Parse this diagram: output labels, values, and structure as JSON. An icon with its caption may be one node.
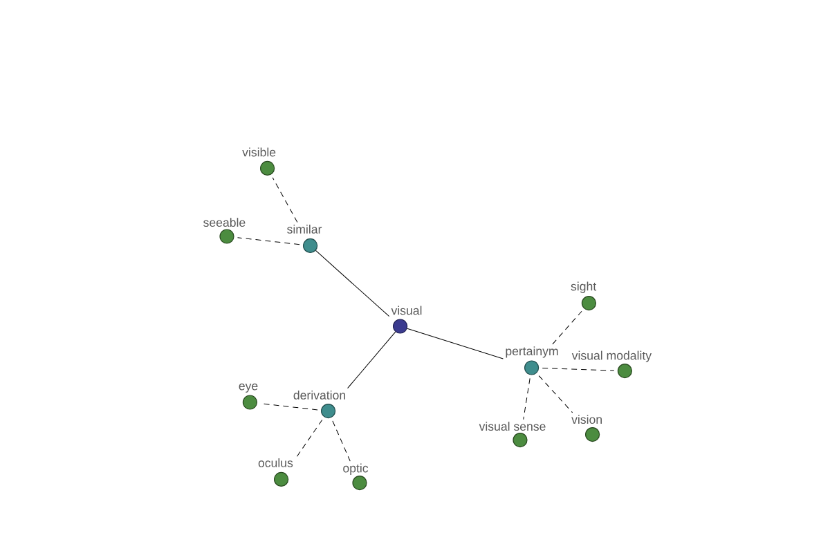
{
  "diagram": {
    "nodes": [
      {
        "text": [
          "visible"
        ]
      },
      {
        "text": [
          "seeable"
        ]
      },
      {
        "text": [
          "similar"
        ]
      },
      {
        "text": [
          "sight"
        ]
      },
      {
        "text": [
          "visual"
        ]
      },
      {
        "text": [
          "pertainym"
        ]
      },
      {
        "text": [
          "visual modality"
        ]
      },
      {
        "text": [
          "eye"
        ]
      },
      {
        "text": [
          "derivation"
        ]
      },
      {
        "text": [
          "vision"
        ]
      },
      {
        "text": [
          "visual sense"
        ]
      },
      {
        "text": [
          "oculus"
        ]
      },
      {
        "text": [
          "optic"
        ]
      }
    ],
    "edges": [
      {
        "from": 4,
        "to": 2,
        "arrow": "none"
      },
      {
        "from": 4,
        "to": 5,
        "arrow": "none"
      },
      {
        "from": 4,
        "to": 8,
        "arrow": "none"
      },
      {
        "from": 2,
        "to": 0,
        "arrow": "none",
        "style": "dashed"
      },
      {
        "from": 2,
        "to": 1,
        "arrow": "none",
        "style": "dashed"
      },
      {
        "from": 5,
        "to": 3,
        "arrow": "none",
        "style": "dashed"
      },
      {
        "from": 5,
        "to": 6,
        "arrow": "none",
        "style": "dashed"
      },
      {
        "from": 5,
        "to": 9,
        "arrow": "none",
        "style": "dashed"
      },
      {
        "from": 5,
        "to": 10,
        "arrow": "none",
        "style": "dashed"
      },
      {
        "from": 8,
        "to": 7,
        "arrow": "none",
        "style": "dashed"
      },
      {
        "from": 8,
        "to": 11,
        "arrow": "none",
        "style": "dashed"
      },
      {
        "from": 8,
        "to": 12,
        "arrow": "none",
        "style": "dashed"
      }
    ]
  }
}
